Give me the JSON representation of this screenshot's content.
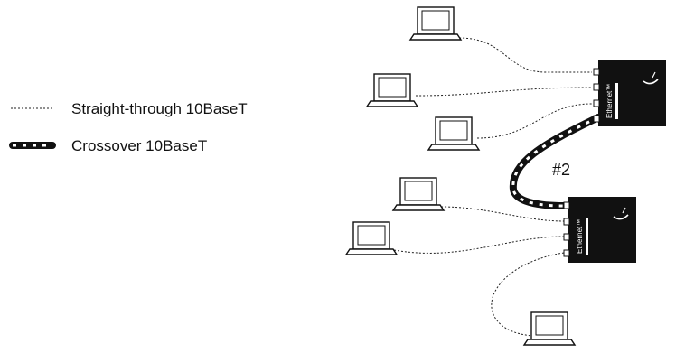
{
  "legend": {
    "straight_label": "Straight-through 10BaseT",
    "crossover_label": "Crossover 10BaseT"
  },
  "hubs": [
    {
      "id": "hub-1",
      "label": "Ethernet™"
    },
    {
      "id": "hub-2",
      "label": "Ethernet™"
    }
  ],
  "crossover_link": {
    "label": "#2"
  },
  "colors": {
    "hub": "#111111",
    "line": "#222222",
    "background": "#ffffff"
  }
}
